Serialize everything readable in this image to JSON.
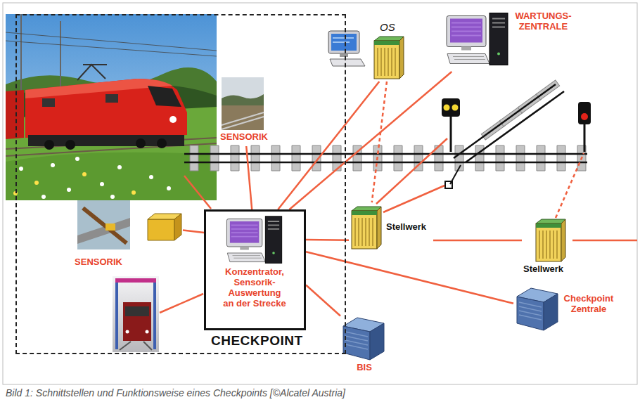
{
  "diagram": {
    "caption": "Bild 1: Schnittstellen und Funktionsweise eines Checkpoints [©Alcatel Austria]",
    "nodes": [
      {
        "text": [
          "CHECKPOINT"
        ]
      },
      {
        "text": [
          "SENSORIK"
        ],
        "in": 0
      },
      {
        "text": [
          "SENSORIK"
        ],
        "in": 0
      },
      {
        "text": [
          "Konzentrator, Sensorik- Auswertung an der Strecke"
        ],
        "in": 0
      },
      {
        "text": [
          "OS"
        ]
      },
      {
        "text": [
          "WARTUNGS- ZENTRALE"
        ]
      },
      {
        "text": [
          "Stellwerk"
        ]
      },
      {
        "text": [
          "Stellwerk"
        ]
      },
      {
        "text": [
          "BIS"
        ]
      },
      {
        "text": [
          "Checkpoint Zentrale"
        ]
      }
    ],
    "edges": [
      {
        "from": 3,
        "to": 1,
        "arrow": "none"
      },
      {
        "from": 3,
        "to": 2,
        "arrow": "none"
      },
      {
        "from": 3,
        "to": 4,
        "arrow": "none"
      },
      {
        "from": 3,
        "to": 5,
        "arrow": "none"
      },
      {
        "from": 3,
        "to": 6,
        "arrow": "none"
      },
      {
        "from": 6,
        "to": 7,
        "arrow": "none"
      },
      {
        "from": 4,
        "to": 6,
        "arrow": "none"
      },
      {
        "from": 3,
        "to": 8,
        "arrow": "none"
      },
      {
        "from": 3,
        "to": 9,
        "arrow": "none"
      }
    ]
  }
}
